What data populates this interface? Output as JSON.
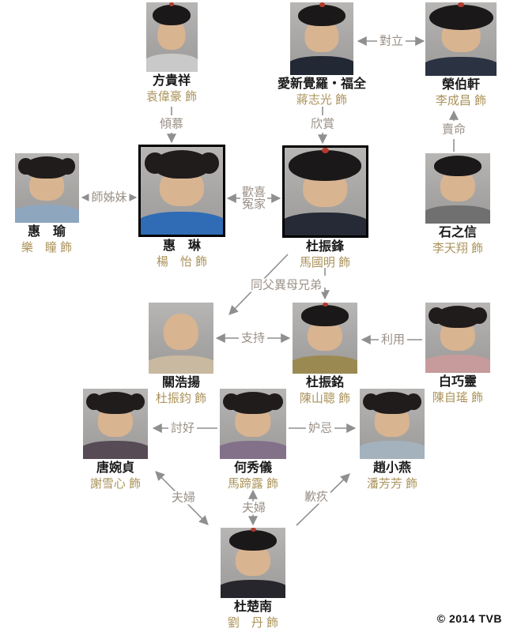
{
  "people": [
    {
      "name": "方貴祥",
      "actor": "袁偉豪 飾"
    },
    {
      "name": "愛新覺羅・福全",
      "actor": "蔣志光 飾"
    },
    {
      "name": "榮伯軒",
      "actor": "李成昌 飾"
    },
    {
      "name": "惠　瑜",
      "actor": "樂　瞳 飾"
    },
    {
      "name": "惠　琳",
      "actor": "楊　怡 飾"
    },
    {
      "name": "杜振鋒",
      "actor": "馬國明 飾"
    },
    {
      "name": "石之信",
      "actor": "李天翔 飾"
    },
    {
      "name": "關浩揚",
      "actor": "杜振鈞 飾"
    },
    {
      "name": "杜振銘",
      "actor": "陳山聰 飾"
    },
    {
      "name": "白巧靈",
      "actor": "陳自瑤 飾"
    },
    {
      "name": "唐婉貞",
      "actor": "謝雪心 飾"
    },
    {
      "name": "何秀儀",
      "actor": "馬蹄露 飾"
    },
    {
      "name": "趙小燕",
      "actor": "潘芳芳 飾"
    },
    {
      "name": "杜楚南",
      "actor": "劉　丹 飾"
    }
  ],
  "relations": [
    {
      "label": "對立"
    },
    {
      "label": "傾慕"
    },
    {
      "label": "欣賞"
    },
    {
      "label": "賣命"
    },
    {
      "label": "師姊妹"
    },
    {
      "label": "歡喜冤家"
    },
    {
      "label": "同父異母兄弟"
    },
    {
      "label": "支持"
    },
    {
      "label": "利用"
    },
    {
      "label": "討好"
    },
    {
      "label": "妒忌"
    },
    {
      "label": "夫婦"
    },
    {
      "label": "夫婦"
    },
    {
      "label": "歉疚"
    }
  ],
  "footer": {
    "copyright": "© 2014 TVB"
  },
  "colors": {
    "name_text": "#1a1a1a",
    "actor_text": "#ab935b",
    "relation_text": "#9a9086",
    "arrow": "#8f8f8f",
    "highlight_border": "#000000",
    "background": "#ffffff"
  }
}
